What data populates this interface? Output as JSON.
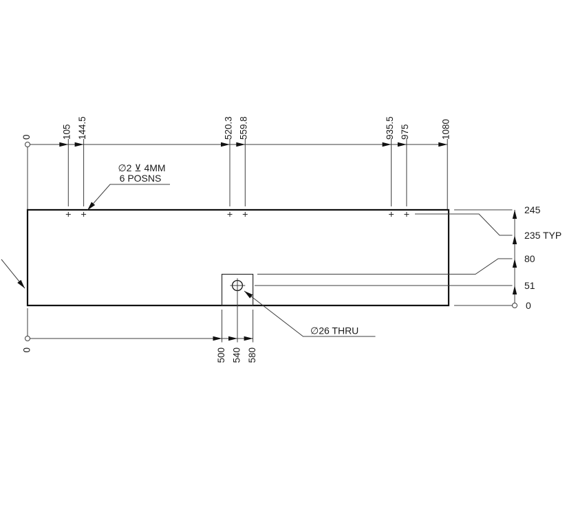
{
  "colors": {
    "outline": "#111111",
    "dimension": "#3c3c3c",
    "text": "#1a1a1a",
    "background": "#ffffff"
  },
  "labels": {
    "top": [
      "0",
      "105",
      "144.5",
      "520.3",
      "559.8",
      "935.5",
      "975",
      "1080"
    ],
    "bottom": [
      "0",
      "500",
      "540",
      "580"
    ],
    "right": [
      "245",
      "235 TYP",
      "80",
      "51",
      "0"
    ]
  },
  "notes": {
    "holes_line1": "∅2 ⊻ 4MM",
    "holes_line2": "6 POSNS",
    "thru": "∅26 THRU"
  }
}
